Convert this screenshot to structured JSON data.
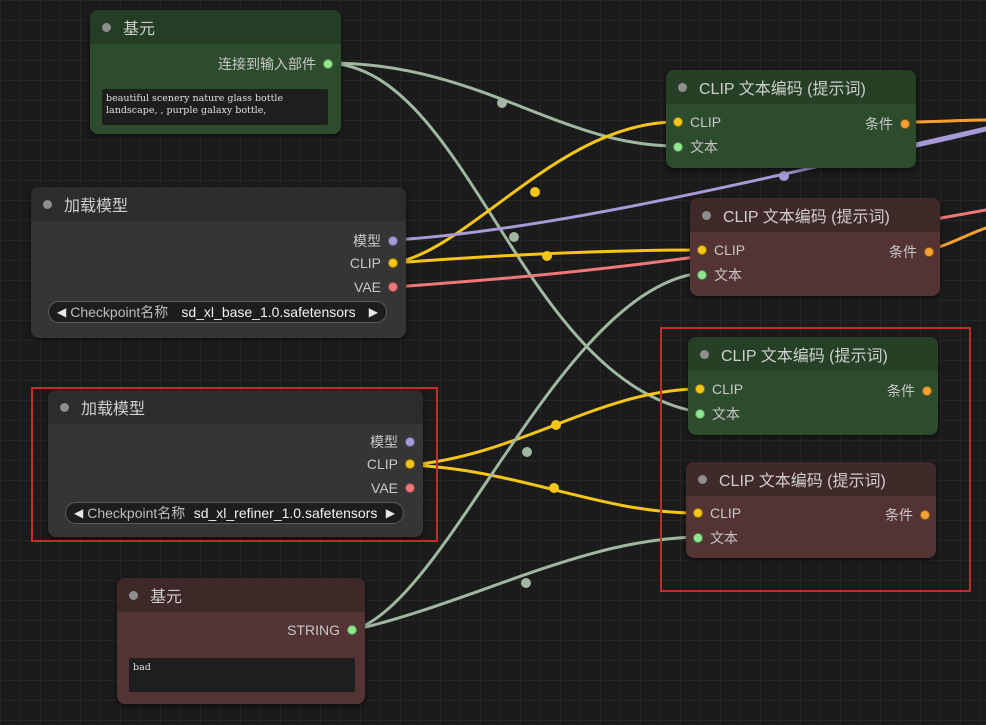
{
  "colors": {
    "clip": "#f5c518",
    "model": "#a89ad8",
    "vae": "#f07878",
    "string": "#8fe88f",
    "conditioning": "#f5a030",
    "wire_text": "#a0b8a0",
    "selection": "#c42b2b"
  },
  "primitive_top": {
    "title": "基元",
    "output_label": "连接到输入部件",
    "text": "beautiful scenery nature glass bottle landscape, , purple galaxy bottle,"
  },
  "checkpoint_base": {
    "title": "加载模型",
    "model_label": "模型",
    "clip_label": "CLIP",
    "vae_label": "VAE",
    "combo_label": "Checkpoint名称",
    "combo_value": "sd_xl_base_1.0.safetensors"
  },
  "checkpoint_refiner": {
    "title": "加载模型",
    "model_label": "模型",
    "clip_label": "CLIP",
    "vae_label": "VAE",
    "combo_label": "Checkpoint名称",
    "combo_value": "sd_xl_refiner_1.0.safetensors"
  },
  "primitive_bottom": {
    "title": "基元",
    "output_label": "STRING",
    "text": "bad"
  },
  "clip_nodes": [
    {
      "title": "CLIP 文本编码 (提示词)",
      "input_clip": "CLIP",
      "input_text": "文本",
      "output": "条件"
    },
    {
      "title": "CLIP 文本编码 (提示词)",
      "input_clip": "CLIP",
      "input_text": "文本",
      "output": "条件"
    },
    {
      "title": "CLIP 文本编码 (提示词)",
      "input_clip": "CLIP",
      "input_text": "文本",
      "output": "条件"
    },
    {
      "title": "CLIP 文本编码 (提示词)",
      "input_clip": "CLIP",
      "input_text": "文本",
      "output": "条件"
    }
  ]
}
